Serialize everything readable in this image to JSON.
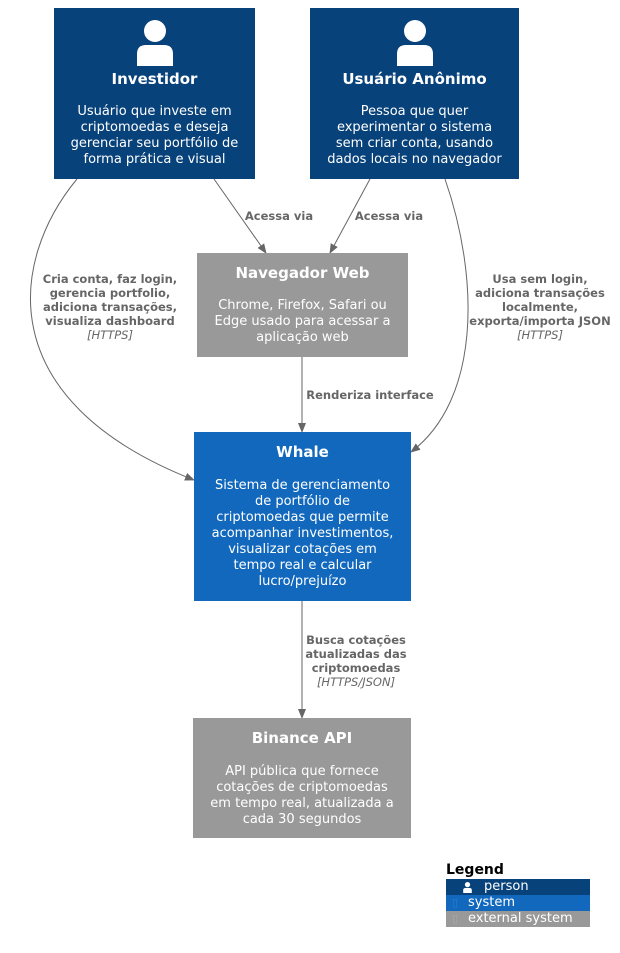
{
  "colors": {
    "person": "#08427b",
    "system": "#1168bd",
    "external_system": "#999999",
    "relationship": "#666666"
  },
  "nodes": {
    "investidor": {
      "icon": "person-icon",
      "title": "Investidor",
      "description": [
        "Usuário que investe em",
        "criptomoedas e deseja",
        "gerenciar seu portfólio de",
        "forma prática e visual"
      ]
    },
    "anonimo": {
      "icon": "person-icon",
      "title": "Usuário Anônimo",
      "description": [
        "Pessoa que quer",
        "experimentar o sistema",
        "sem criar conta, usando",
        "dados locais no navegador"
      ]
    },
    "navegador": {
      "title": "Navegador Web",
      "description": [
        "Chrome, Firefox, Safari ou",
        "Edge usado para acessar a",
        "aplicação web"
      ]
    },
    "whale": {
      "title": "Whale",
      "description": [
        "Sistema de gerenciamento",
        "de portfólio de",
        "criptomoedas que permite",
        "acompanhar investimentos,",
        "visualizar cotações em",
        "tempo real e calcular",
        "lucro/prejuízo"
      ]
    },
    "binance": {
      "title": "Binance API",
      "description": [
        "API pública que fornece",
        "cotações de criptomoedas",
        "em tempo real, atualizada a",
        "cada 30 segundos"
      ]
    }
  },
  "relationships": {
    "investidor_navegador": {
      "label": [
        "Acessa via"
      ],
      "tech": ""
    },
    "anonimo_navegador": {
      "label": [
        "Acessa via"
      ],
      "tech": ""
    },
    "investidor_whale": {
      "label": [
        "Cria conta, faz login,",
        "gerencia portfolio,",
        "adiciona transações,",
        "visualiza dashboard"
      ],
      "tech": "[HTTPS]"
    },
    "anonimo_whale": {
      "label": [
        "Usa sem login,",
        "adiciona transações",
        "localmente,",
        "exporta/importa JSON"
      ],
      "tech": "[HTTPS]"
    },
    "navegador_whale": {
      "label": [
        "Renderiza interface"
      ],
      "tech": ""
    },
    "whale_binance": {
      "label": [
        "Busca cotações",
        "atualizadas das",
        "criptomoedas"
      ],
      "tech": "[HTTPS/JSON]"
    }
  },
  "legend": {
    "title": "Legend",
    "items": [
      {
        "label": "person",
        "icon": "person-icon"
      },
      {
        "label": "system",
        "icon": "system-icon"
      },
      {
        "label": "external system",
        "icon": "external-system-icon"
      }
    ]
  }
}
